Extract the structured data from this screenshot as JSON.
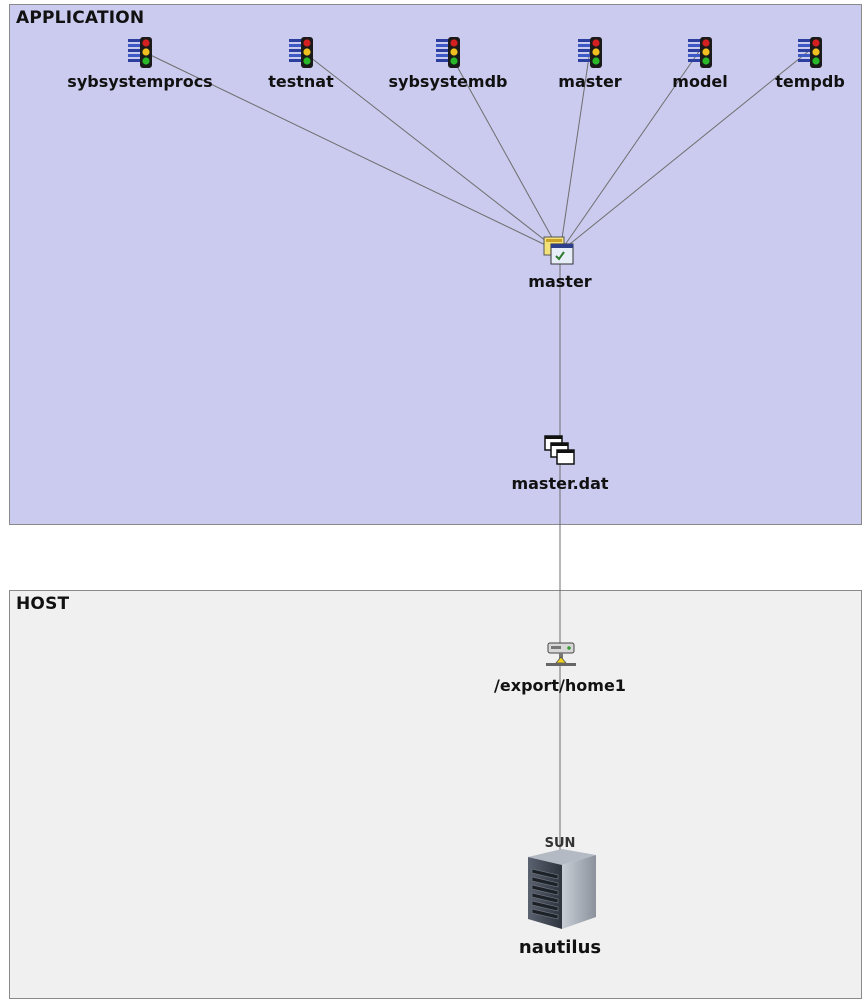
{
  "zones": {
    "application": {
      "title": "APPLICATION"
    },
    "host": {
      "title": "HOST"
    }
  },
  "databases": [
    {
      "label": "sybsystemprocs"
    },
    {
      "label": "testnat"
    },
    {
      "label": "sybsystemdb"
    },
    {
      "label": "master"
    },
    {
      "label": "model"
    },
    {
      "label": "tempdb"
    }
  ],
  "server": {
    "label": "master"
  },
  "device": {
    "label": "master.dat"
  },
  "filesystem": {
    "label": "/export/home1"
  },
  "host": {
    "label": "nautilus",
    "brand": "SUN"
  },
  "colors": {
    "application_bg": "#cbcbef",
    "host_bg": "#f0f0f0",
    "link": "#6e6e6e"
  },
  "icons": {
    "database": "database-traffic-light-icon",
    "server": "database-server-icon",
    "device": "device-file-icon",
    "filesystem": "filesystem-icon",
    "host": "sun-server-icon"
  }
}
